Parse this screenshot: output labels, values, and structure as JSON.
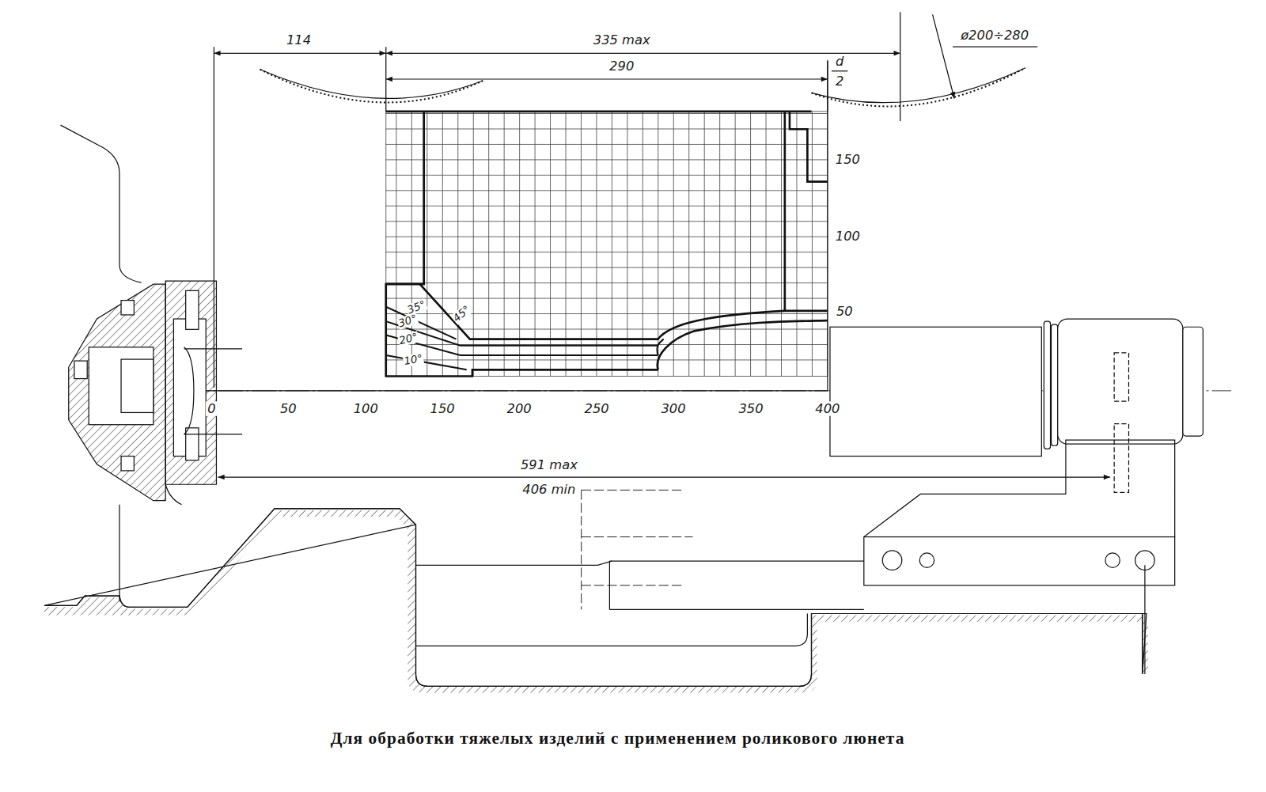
{
  "diagram": {
    "caption": "Для обработки тяжелых изделий с применением роликового люнета",
    "labels": [
      "114",
      "335 max",
      "290",
      "ø200÷280",
      "d",
      "2",
      "150",
      "100",
      "50",
      "0",
      "50",
      "100",
      "150",
      "200",
      "250",
      "300",
      "350",
      "400",
      "35°",
      "45°",
      "30°",
      "20°",
      "10°",
      "591 max",
      "406 min"
    ]
  }
}
